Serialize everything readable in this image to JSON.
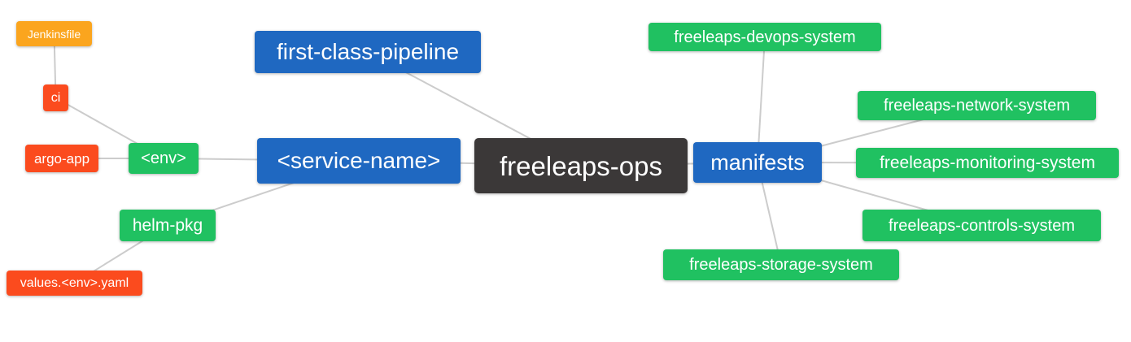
{
  "diagram": {
    "title": "freeleaps-ops mind map",
    "background": "#ffffff",
    "edge_color": "#cccccc",
    "text_color": "#ffffff",
    "colors": {
      "blue": "#1f68c1",
      "green": "#20c161",
      "red": "#fb4b1e",
      "amber": "#fba51e",
      "dark": "#3b3838"
    },
    "nodes": [
      {
        "id": "jenkinsfile",
        "label": "Jenkinsfile",
        "type": "amber"
      },
      {
        "id": "ci",
        "label": "ci",
        "type": "red"
      },
      {
        "id": "argo-app",
        "label": "argo-app",
        "type": "red"
      },
      {
        "id": "env",
        "label": "<env>",
        "type": "green"
      },
      {
        "id": "helm-pkg",
        "label": "helm-pkg",
        "type": "green"
      },
      {
        "id": "values-env-yaml",
        "label": "values.<env>.yaml",
        "type": "red"
      },
      {
        "id": "first-class-pipeline",
        "label": "first-class-pipeline",
        "type": "blue"
      },
      {
        "id": "service-name",
        "label": "<service-name>",
        "type": "blue"
      },
      {
        "id": "freeleaps-ops",
        "label": "freeleaps-ops",
        "type": "dark"
      },
      {
        "id": "manifests",
        "label": "manifests",
        "type": "blue"
      },
      {
        "id": "devops-system",
        "label": "freeleaps-devops-system",
        "type": "green"
      },
      {
        "id": "network-system",
        "label": "freeleaps-network-system",
        "type": "green"
      },
      {
        "id": "monitoring-system",
        "label": "freeleaps-monitoring-system",
        "type": "green"
      },
      {
        "id": "controls-system",
        "label": "freeleaps-controls-system",
        "type": "green"
      },
      {
        "id": "storage-system",
        "label": "freeleaps-storage-system",
        "type": "green"
      }
    ],
    "edges": [
      [
        "jenkinsfile",
        "ci"
      ],
      [
        "ci",
        "env"
      ],
      [
        "argo-app",
        "env"
      ],
      [
        "env",
        "service-name"
      ],
      [
        "helm-pkg",
        "service-name"
      ],
      [
        "values-env-yaml",
        "helm-pkg"
      ],
      [
        "first-class-pipeline",
        "freeleaps-ops"
      ],
      [
        "service-name",
        "freeleaps-ops"
      ],
      [
        "freeleaps-ops",
        "manifests"
      ],
      [
        "manifests",
        "devops-system"
      ],
      [
        "manifests",
        "network-system"
      ],
      [
        "manifests",
        "monitoring-system"
      ],
      [
        "manifests",
        "controls-system"
      ],
      [
        "manifests",
        "storage-system"
      ]
    ]
  }
}
